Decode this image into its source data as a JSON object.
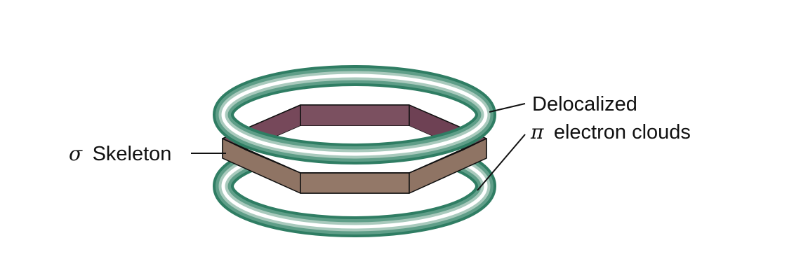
{
  "labels": {
    "sigma_symbol": "σ",
    "sigma_text": "Skeleton",
    "pi_line1": "Delocalized",
    "pi_symbol": "π",
    "pi_line2": "electron clouds"
  },
  "colors": {
    "torus_outer": "#2f7d63",
    "torus_mid": "#b9d4c9",
    "torus_highlight": "#ffffff",
    "hexagon_front": "#8f7464",
    "hexagon_back": "#7a4c5b",
    "outline": "#111111"
  }
}
